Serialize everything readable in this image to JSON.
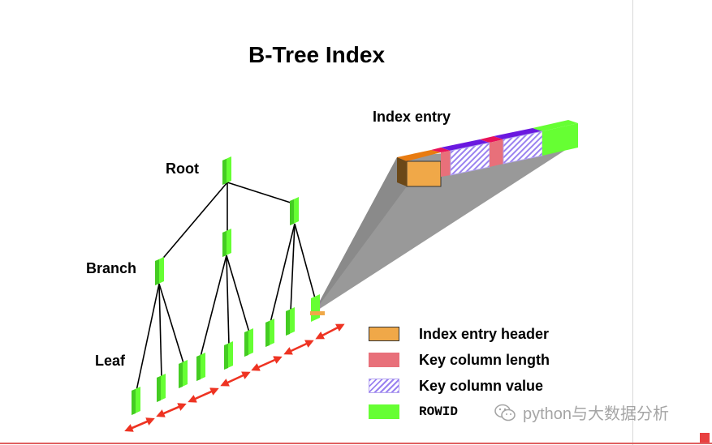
{
  "title": "B-Tree Index",
  "labels": {
    "root": "Root",
    "branch": "Branch",
    "leaf": "Leaf",
    "index_entry": "Index entry"
  },
  "legend": [
    {
      "key": "header",
      "label": "Index entry header"
    },
    {
      "key": "length",
      "label": "Key column length"
    },
    {
      "key": "value",
      "label": "Key column value"
    },
    {
      "key": "rowid",
      "label": "ROWID"
    }
  ],
  "watermark": "python与大数据分析",
  "colors": {
    "node": "#66ff33",
    "header": "#f0a848",
    "length": "#e8707a",
    "value": "#7a28e8",
    "arrow": "#ee3322",
    "projection": "#999999"
  }
}
